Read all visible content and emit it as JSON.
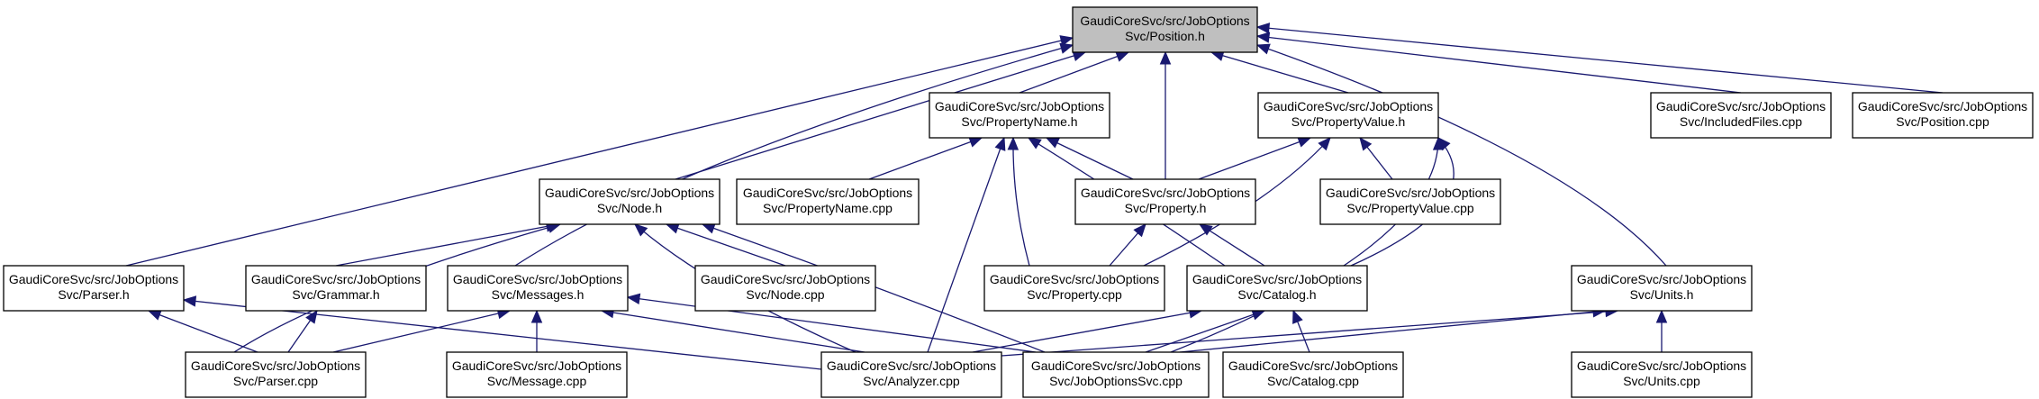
{
  "title": "GaudiCoreSvc/src/JobOptionsSvc/Position.h",
  "colors": {
    "edge": "#191970",
    "focus_fill": "#bfbfbf",
    "node_fill": "#ffffff",
    "node_border": "#000000"
  },
  "nodes": [
    {
      "id": "position_h",
      "line1": "GaudiCoreSvc/src/JobOptions",
      "line2": "Svc/Position.h",
      "focus": true
    },
    {
      "id": "propertyname_h",
      "line1": "GaudiCoreSvc/src/JobOptions",
      "line2": "Svc/PropertyName.h"
    },
    {
      "id": "propertyvalue_h",
      "line1": "GaudiCoreSvc/src/JobOptions",
      "line2": "Svc/PropertyValue.h"
    },
    {
      "id": "includedfiles_cpp",
      "line1": "GaudiCoreSvc/src/JobOptions",
      "line2": "Svc/IncludedFiles.cpp"
    },
    {
      "id": "position_cpp",
      "line1": "GaudiCoreSvc/src/JobOptions",
      "line2": "Svc/Position.cpp"
    },
    {
      "id": "node_h",
      "line1": "GaudiCoreSvc/src/JobOptions",
      "line2": "Svc/Node.h"
    },
    {
      "id": "propertyname_cpp",
      "line1": "GaudiCoreSvc/src/JobOptions",
      "line2": "Svc/PropertyName.cpp"
    },
    {
      "id": "property_h",
      "line1": "GaudiCoreSvc/src/JobOptions",
      "line2": "Svc/Property.h"
    },
    {
      "id": "propertyvalue_cpp",
      "line1": "GaudiCoreSvc/src/JobOptions",
      "line2": "Svc/PropertyValue.cpp"
    },
    {
      "id": "parser_h",
      "line1": "GaudiCoreSvc/src/JobOptions",
      "line2": "Svc/Parser.h"
    },
    {
      "id": "grammar_h",
      "line1": "GaudiCoreSvc/src/JobOptions",
      "line2": "Svc/Grammar.h"
    },
    {
      "id": "messages_h",
      "line1": "GaudiCoreSvc/src/JobOptions",
      "line2": "Svc/Messages.h"
    },
    {
      "id": "node_cpp",
      "line1": "GaudiCoreSvc/src/JobOptions",
      "line2": "Svc/Node.cpp"
    },
    {
      "id": "property_cpp",
      "line1": "GaudiCoreSvc/src/JobOptions",
      "line2": "Svc/Property.cpp"
    },
    {
      "id": "catalog_h",
      "line1": "GaudiCoreSvc/src/JobOptions",
      "line2": "Svc/Catalog.h"
    },
    {
      "id": "units_h",
      "line1": "GaudiCoreSvc/src/JobOptions",
      "line2": "Svc/Units.h"
    },
    {
      "id": "parser_cpp",
      "line1": "GaudiCoreSvc/src/JobOptions",
      "line2": "Svc/Parser.cpp"
    },
    {
      "id": "message_cpp",
      "line1": "GaudiCoreSvc/src/JobOptions",
      "line2": "Svc/Message.cpp"
    },
    {
      "id": "analyzer_cpp",
      "line1": "GaudiCoreSvc/src/JobOptions",
      "line2": "Svc/Analyzer.cpp"
    },
    {
      "id": "joboptionssvc_cpp",
      "line1": "GaudiCoreSvc/src/JobOptions",
      "line2": "Svc/JobOptionsSvc.cpp"
    },
    {
      "id": "catalog_cpp",
      "line1": "GaudiCoreSvc/src/JobOptions",
      "line2": "Svc/Catalog.cpp"
    },
    {
      "id": "units_cpp",
      "line1": "GaudiCoreSvc/src/JobOptions",
      "line2": "Svc/Units.cpp"
    }
  ],
  "edges": [
    {
      "from": "propertyname_h",
      "to": "position_h"
    },
    {
      "from": "propertyvalue_h",
      "to": "position_h"
    },
    {
      "from": "includedfiles_cpp",
      "to": "position_h"
    },
    {
      "from": "position_cpp",
      "to": "position_h"
    },
    {
      "from": "node_h",
      "to": "position_h"
    },
    {
      "from": "property_h",
      "to": "position_h"
    },
    {
      "from": "parser_h",
      "to": "position_h"
    },
    {
      "from": "messages_h",
      "to": "position_h"
    },
    {
      "from": "units_h",
      "to": "position_h"
    },
    {
      "from": "propertyname_cpp",
      "to": "propertyname_h"
    },
    {
      "from": "property_h",
      "to": "propertyname_h"
    },
    {
      "from": "property_cpp",
      "to": "propertyname_h"
    },
    {
      "from": "catalog_h",
      "to": "propertyname_h"
    },
    {
      "from": "analyzer_cpp",
      "to": "propertyname_h"
    },
    {
      "from": "property_h",
      "to": "propertyvalue_h"
    },
    {
      "from": "propertyvalue_cpp",
      "to": "propertyvalue_h"
    },
    {
      "from": "property_cpp",
      "to": "propertyvalue_h"
    },
    {
      "from": "catalog_h",
      "to": "propertyvalue_h"
    },
    {
      "from": "joboptionssvc_cpp",
      "to": "propertyvalue_h"
    },
    {
      "from": "grammar_h",
      "to": "node_h"
    },
    {
      "from": "node_cpp",
      "to": "node_h"
    },
    {
      "from": "parser_cpp",
      "to": "node_h"
    },
    {
      "from": "analyzer_cpp",
      "to": "node_h"
    },
    {
      "from": "joboptionssvc_cpp",
      "to": "node_h"
    },
    {
      "from": "property_cpp",
      "to": "property_h"
    },
    {
      "from": "catalog_h",
      "to": "property_h"
    },
    {
      "from": "parser_cpp",
      "to": "parser_h"
    },
    {
      "from": "analyzer_cpp",
      "to": "parser_h"
    },
    {
      "from": "parser_cpp",
      "to": "grammar_h"
    },
    {
      "from": "parser_cpp",
      "to": "messages_h"
    },
    {
      "from": "message_cpp",
      "to": "messages_h"
    },
    {
      "from": "analyzer_cpp",
      "to": "messages_h"
    },
    {
      "from": "joboptionssvc_cpp",
      "to": "messages_h"
    },
    {
      "from": "analyzer_cpp",
      "to": "catalog_h"
    },
    {
      "from": "joboptionssvc_cpp",
      "to": "catalog_h"
    },
    {
      "from": "catalog_cpp",
      "to": "catalog_h"
    },
    {
      "from": "units_cpp",
      "to": "units_h"
    },
    {
      "from": "analyzer_cpp",
      "to": "units_h"
    },
    {
      "from": "joboptionssvc_cpp",
      "to": "units_h"
    }
  ]
}
